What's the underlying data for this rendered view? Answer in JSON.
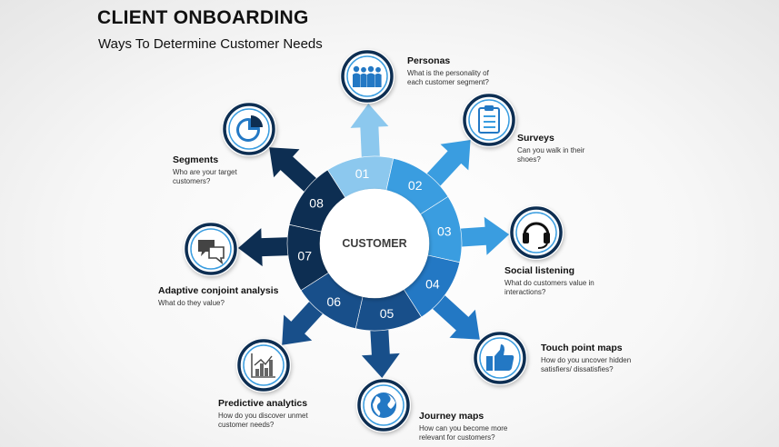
{
  "title": "CLIENT ONBOARDING",
  "subtitle": "Ways To Determine Customer Needs",
  "center_label": "CUSTOMER",
  "colors": {
    "light_blue": "#8cc8ee",
    "mid_blue": "#3a9de0",
    "blue": "#2378c4",
    "dark_blue": "#184f8a",
    "navy": "#0d2e52",
    "icon_ring": "#0d2e52"
  },
  "segments": [
    {
      "number": "01",
      "title": "Personas",
      "description": "What is the personality of each customer segment?",
      "icon": "people-icon"
    },
    {
      "number": "02",
      "title": "Surveys",
      "description": "Can you walk in their shoes?",
      "icon": "clipboard-icon"
    },
    {
      "number": "03",
      "title": "Social listening",
      "description": "What do customers value in interactions?",
      "icon": "headset-icon"
    },
    {
      "number": "04",
      "title": "Touch point maps",
      "description": "How do you uncover hidden satisfiers/ dissatisfies?",
      "icon": "thumbs-up-icon"
    },
    {
      "number": "05",
      "title": "Journey maps",
      "description": "How can you become more relevant for customers?",
      "icon": "globe-icon"
    },
    {
      "number": "06",
      "title": "Predictive analytics",
      "description": "How do you discover unmet customer needs?",
      "icon": "bar-chart-icon"
    },
    {
      "number": "07",
      "title": "Adaptive conjoint analysis",
      "description": "What do they value?",
      "icon": "chat-bubbles-icon"
    },
    {
      "number": "08",
      "title": "Segments",
      "description": "Who are your target customers?",
      "icon": "pie-chart-icon"
    }
  ]
}
